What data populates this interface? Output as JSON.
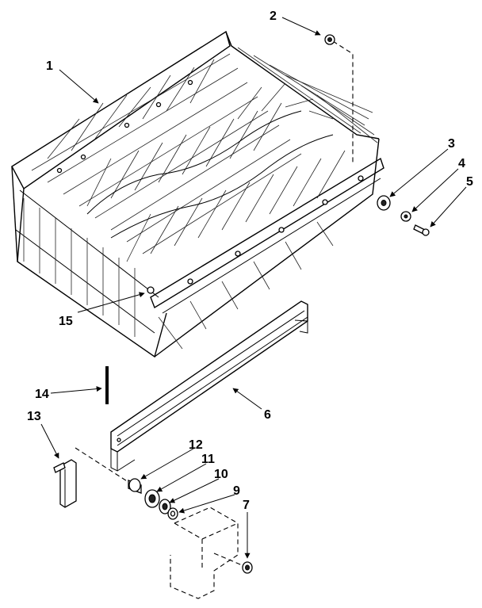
{
  "callouts": {
    "c1": "1",
    "c2": "2",
    "c3": "3",
    "c4": "4",
    "c5": "5",
    "c6": "6",
    "c7": "7",
    "c9": "9",
    "c10": "10",
    "c11": "11",
    "c12": "12",
    "c13": "13",
    "c14": "14",
    "c15": "15"
  }
}
